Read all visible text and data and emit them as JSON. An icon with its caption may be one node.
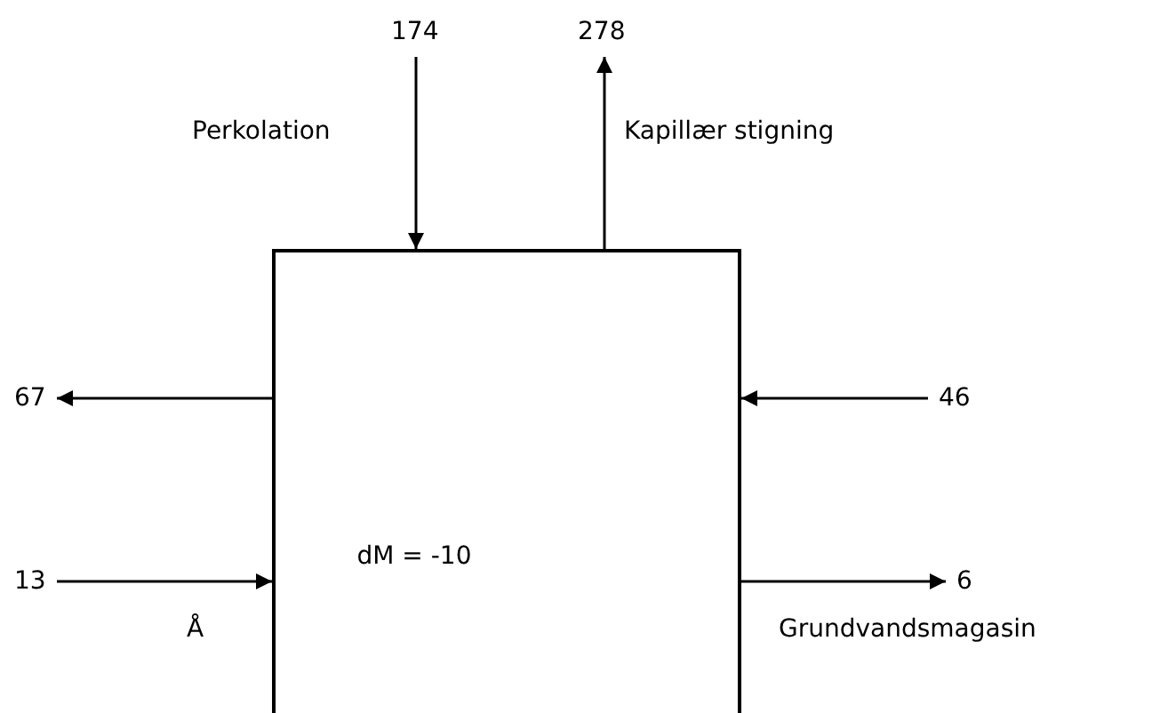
{
  "diagram": {
    "nodes": [
      {
        "text": [
          "dM = -10"
        ]
      },
      {
        "text": [
          "174"
        ]
      },
      {
        "text": [
          "278"
        ]
      },
      {
        "text": [
          "67"
        ]
      },
      {
        "text": [
          "46"
        ]
      },
      {
        "text": [
          "13"
        ]
      },
      {
        "text": [
          "6"
        ]
      }
    ],
    "edges": [
      {
        "from": 1,
        "to": 0,
        "arrow": "to",
        "label": "Perkolation"
      },
      {
        "from": 0,
        "to": 2,
        "arrow": "to",
        "label": "Kapillær stigning"
      },
      {
        "from": 0,
        "to": 3,
        "arrow": "to"
      },
      {
        "from": 4,
        "to": 0,
        "arrow": "to"
      },
      {
        "from": 5,
        "to": 0,
        "arrow": "to"
      },
      {
        "from": 0,
        "to": 6,
        "arrow": "to"
      }
    ],
    "labels": [
      "Å",
      "Grundvandsmagasin"
    ]
  }
}
